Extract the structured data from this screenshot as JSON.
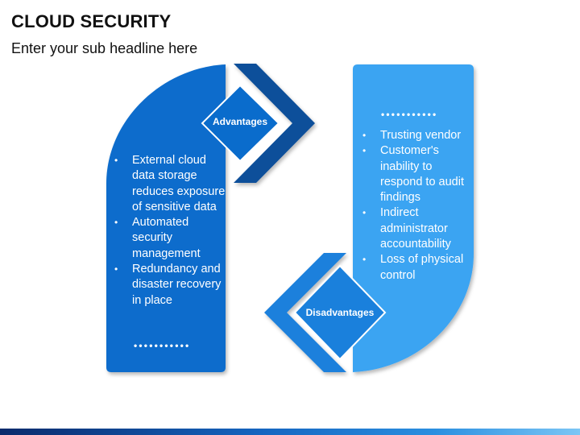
{
  "title": "CLOUD SECURITY",
  "subtitle": "Enter your sub headline here",
  "advantages": {
    "label": "Advantages",
    "items": [
      "External cloud data storage reduces exposure of sensitive data",
      "Automated security management",
      "Redundancy and disaster recovery in place"
    ],
    "dots": "•••••••••••"
  },
  "disadvantages": {
    "label": "Disadvantages",
    "items": [
      "Trusting vendor",
      "Customer's inability to respond to audit findings",
      "Indirect administrator accountability",
      "Loss of physical control"
    ],
    "dots": "•••••••••••"
  },
  "colors": {
    "dark_blue": "#0a6ccc",
    "navy": "#0d4f9a",
    "light_blue": "#3aa4f2",
    "accent_blue": "#1a80dc"
  }
}
